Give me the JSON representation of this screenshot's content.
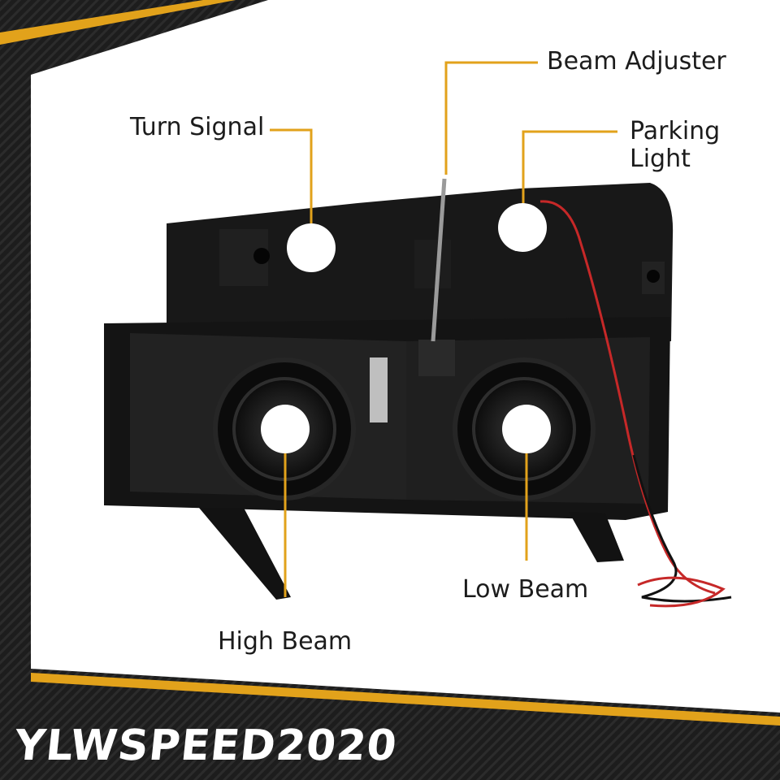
{
  "callouts": {
    "beam_adjuster": "Beam Adjuster",
    "turn_signal": "Turn Signal",
    "parking_light": "Parking\nLight",
    "low_beam": "Low Beam",
    "high_beam": "High Beam"
  },
  "brand": {
    "name": "YLWSPEED2020"
  },
  "colors": {
    "accent": "#e2a21b",
    "frame": "#1b1b1b",
    "panel": "#ffffff",
    "housing": "#141414",
    "wire_red": "#c62828"
  }
}
